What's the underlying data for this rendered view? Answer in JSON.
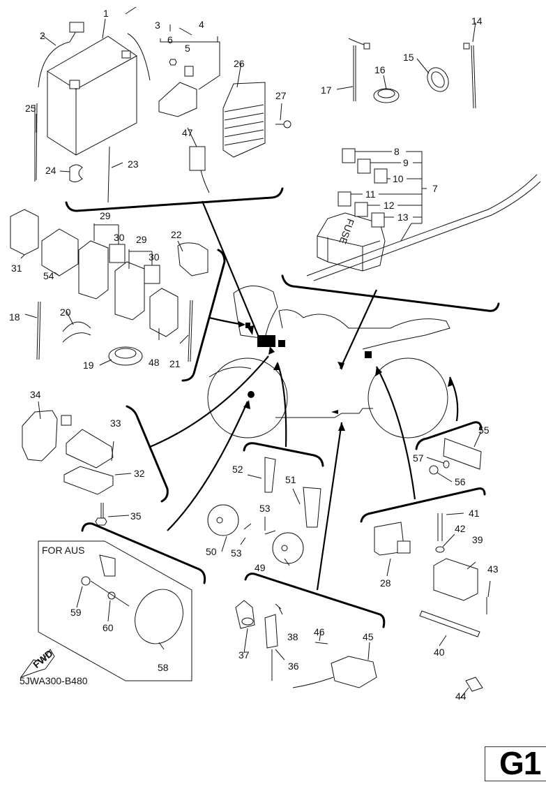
{
  "diagram": {
    "type": "exploded-parts-diagram",
    "subject": "Motorcycle electrical parts",
    "region_label": "FOR AUS",
    "forward_marker": "FWD",
    "drawing_code": "5JWA300-B480",
    "page_id": "G1",
    "fuse_label": "FUSE",
    "callouts": {
      "c1": "1",
      "c2": "2",
      "c3": "3",
      "c4": "4",
      "c5": "5",
      "c6": "6",
      "c7": "7",
      "c8": "8",
      "c9": "9",
      "c10": "10",
      "c11": "11",
      "c12": "12",
      "c13": "13",
      "c14": "14",
      "c15": "15",
      "c16": "16",
      "c17": "17",
      "c18": "18",
      "c19": "19",
      "c20": "20",
      "c21": "21",
      "c22": "22",
      "c23": "23",
      "c24": "24",
      "c25": "25",
      "c26": "26",
      "c27": "27",
      "c28": "28",
      "c29a": "29",
      "c29b": "29",
      "c30a": "30",
      "c30b": "30",
      "c31": "31",
      "c32": "32",
      "c33": "33",
      "c34": "34",
      "c35": "35",
      "c36": "36",
      "c37": "37",
      "c38": "38",
      "c39": "39",
      "c40": "40",
      "c41": "41",
      "c42": "42",
      "c43": "43",
      "c44": "44",
      "c45": "45",
      "c46": "46",
      "c47": "47",
      "c48": "48",
      "c49": "49",
      "c50": "50",
      "c51": "51",
      "c52": "52",
      "c53a": "53",
      "c53b": "53",
      "c54": "54",
      "c55": "55",
      "c56": "56",
      "c57": "57",
      "c58": "58",
      "c59": "59",
      "c60": "60"
    }
  }
}
